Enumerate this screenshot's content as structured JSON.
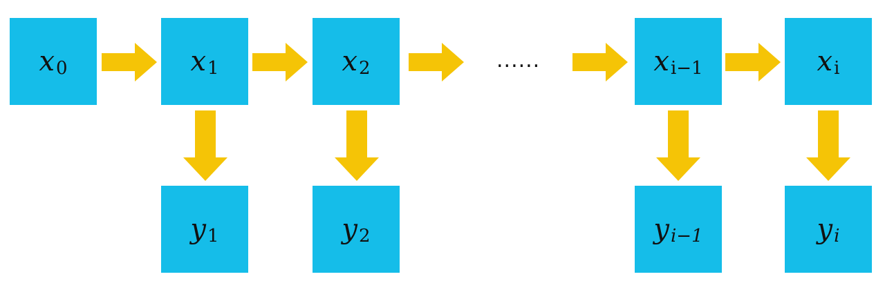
{
  "colors": {
    "box": "#15bde9",
    "arrow": "#f5c406"
  },
  "ellipsis": "......",
  "top_row": [
    {
      "var": "x",
      "sub": "0"
    },
    {
      "var": "x",
      "sub": "1"
    },
    {
      "var": "x",
      "sub": "2"
    },
    {
      "var": "x",
      "sub": "i−1"
    },
    {
      "var": "x",
      "sub": "i"
    }
  ],
  "bottom_row": [
    {
      "var": "y",
      "sub": "1"
    },
    {
      "var": "y",
      "sub": "2"
    },
    {
      "var": "y",
      "sub": "i−1"
    },
    {
      "var": "y",
      "sub": "i"
    }
  ]
}
